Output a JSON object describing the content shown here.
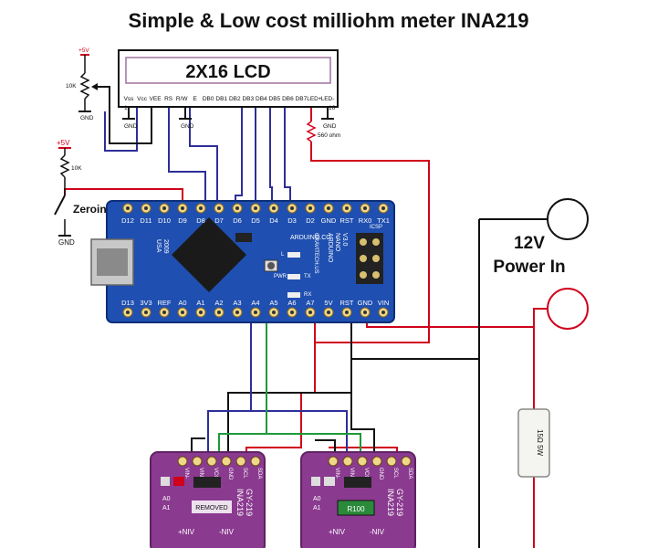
{
  "title": "Simple & Low cost milliohm meter INA219",
  "lcd": {
    "label": "2X16 LCD",
    "pins": [
      "Vss",
      "Vcc",
      "VEE",
      "RS",
      "R/W",
      "E",
      "DB0",
      "DB1",
      "DB2",
      "DB3",
      "DB4",
      "DB5",
      "DB6",
      "DB7",
      "LED+",
      "LED-"
    ],
    "pin_first": "1",
    "pin_last": "16",
    "backlight_resistor": "560 ohm",
    "gnd": "GND"
  },
  "pot": {
    "supply": "+5V",
    "value": "10K",
    "gnd": "GND"
  },
  "zero": {
    "supply": "+5V",
    "resistor": "10K",
    "switch_label": "Zeroing",
    "gnd": "GND"
  },
  "arduino": {
    "top_pins": [
      "D12",
      "D11",
      "D10",
      "D9",
      "D8",
      "D7",
      "D6",
      "D5",
      "D4",
      "D3",
      "D2",
      "GND",
      "RST",
      "RX0",
      "TX1"
    ],
    "bottom_pins": [
      "D13",
      "3V3",
      "REF",
      "A0",
      "A1",
      "A2",
      "A3",
      "A4",
      "A5",
      "A6",
      "A7",
      "5V",
      "RST",
      "GND",
      "VIN"
    ],
    "board_texts": [
      "ARDUINO.CC",
      "ARDUINO",
      "NANO",
      "V3.0",
      "GRAVITECH.US",
      "2009",
      "USA",
      "ICSP",
      "L",
      "PWR",
      "TX",
      "RX"
    ]
  },
  "power": {
    "label_line1": "12V",
    "label_line2": "Power In"
  },
  "resistor_label": "15Ω 5W",
  "ina_boards": [
    {
      "name": "INA219",
      "model": "GY-219",
      "pins_top": [
        "VIN-",
        "VIN+",
        "VCC",
        "GND",
        "SCL",
        "SDA"
      ],
      "pins_bottom": [
        "+NIV",
        "-NIV"
      ],
      "addr_pads": [
        "A0",
        "A1"
      ],
      "shunt_label": "REMOVED"
    },
    {
      "name": "INA219",
      "model": "GY-219",
      "pins_top": [
        "VIN-",
        "VIN+",
        "VCC",
        "GND",
        "SCL",
        "SDA"
      ],
      "pins_bottom": [
        "+NIV",
        "-NIV"
      ],
      "addr_pads": [
        "A0",
        "A1"
      ],
      "shunt_label": "R100"
    }
  ],
  "colors": {
    "wire_black": "#111111",
    "wire_red": "#d0021b",
    "wire_blue": "#2e2e9a",
    "wire_green": "#1e9a3a",
    "nano_blue": "#1f4fb0",
    "ina_purple": "#8a3a8f"
  }
}
